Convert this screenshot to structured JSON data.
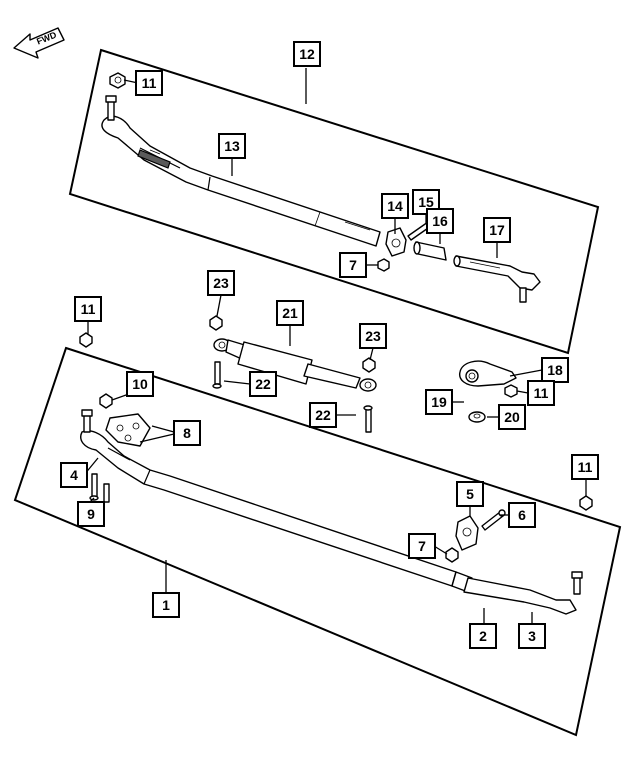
{
  "fwd_label": "FWD",
  "callouts": {
    "c1": "1",
    "c2": "2",
    "c3": "3",
    "c4": "4",
    "c5": "5",
    "c6": "6",
    "c7a": "7",
    "c7b": "7",
    "c8": "8",
    "c9": "9",
    "c10": "10",
    "c11a": "11",
    "c11b": "11",
    "c11c": "11",
    "c11d": "11",
    "c12": "12",
    "c13": "13",
    "c14": "14",
    "c15": "15",
    "c16": "16",
    "c17": "17",
    "c18": "18",
    "c19": "19",
    "c20": "20",
    "c21": "21",
    "c22a": "22",
    "c22b": "22",
    "c23a": "23",
    "c23b": "23"
  }
}
